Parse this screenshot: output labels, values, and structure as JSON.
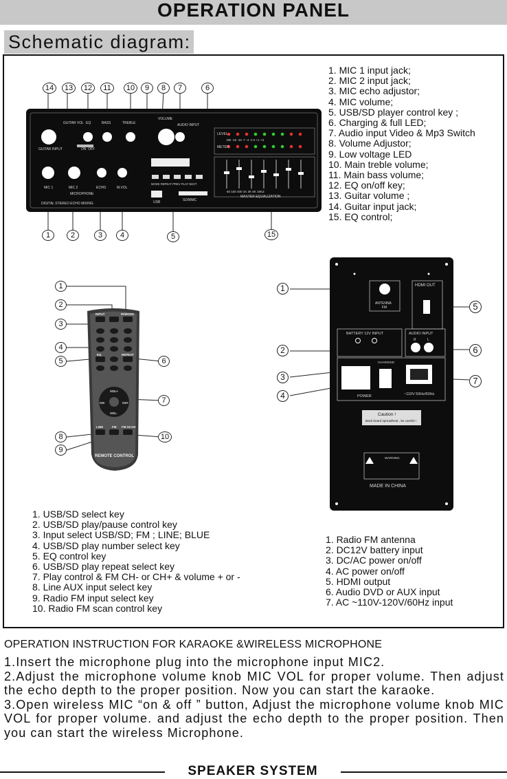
{
  "header": {
    "title": "OPERATION PANEL"
  },
  "schematic": {
    "title": "Schematic diagram:"
  },
  "front_panel": {
    "legend": [
      "1. MIC 1  input jack;",
      "2. MIC 2  input jack;",
      "3. MIC echo adjustor;",
      "4. MIC volume;",
      "5. USB/SD player control key ;",
      "6. Charging & full LED;",
      "7. Audio input Video & Mp3 Switch",
      "8. Volume Adjustor;",
      "9. Low voltage LED",
      "10. Main treble volume;",
      "11. Main bass volume;",
      "12. EQ on/off key;",
      "13. Guitar volume ;",
      "14. Guitar input jack;",
      "15. EQ control;"
    ],
    "callouts_top": [
      "14",
      "13",
      "12",
      "11",
      "10",
      "9",
      "8",
      "7",
      "6"
    ],
    "callouts_bottom": [
      "1",
      "2",
      "3",
      "4",
      "5",
      "15"
    ],
    "labels": {
      "guitar_vol": "GUITAR VOL",
      "eq": "EQ",
      "bass": "BASS",
      "treble": "TREBLE",
      "volume": "VOLUME",
      "audio_input": "AUDIO INPUT",
      "guitar_input": "GUITAR INPUT",
      "on": "ON",
      "off": "OFF",
      "mic1": "MIC 1",
      "mic2": "MIC 2",
      "echo": "ECHO",
      "mvol": "M.VOL",
      "microphone": "MICROPHONE",
      "footer": "DIGITAL STEREO ECHO MIXING",
      "usb": "USB",
      "sdmmc": "SD/MMC",
      "level": "LEVEL",
      "meter": "METER",
      "master_eq": "MASTER  EQUALIZATION",
      "db_scale": "DB  -15   -10   -7   -4   -2   0   +1   +3",
      "eq_freqs": "60  150  400  1K  3K  6K  16KZ",
      "keys": "MODE REPEAT PREV  PLAY NEXT"
    }
  },
  "remote": {
    "legend": [
      "1. USB/SD select key",
      "2. USB/SD play/pause  control key",
      "3. Input select USB/SD; FM ; LINE; BLUE",
      "4. USB/SD play number select key",
      "5. EQ control key",
      "6. USB/SD play repeat  select key",
      "7. Play control & FM CH- or CH+ & volume + or -",
      "8. Line AUX  input select key",
      "9. Radio FM input select key",
      "10. Radio FM scan control key"
    ],
    "callouts": [
      "1",
      "2",
      "3",
      "4",
      "5",
      "6",
      "7",
      "8",
      "9",
      "10"
    ],
    "labels": {
      "input": "INPUT",
      "ir_mode": "IR/MODE",
      "eq": "EQ",
      "repeat": "REPEAT",
      "volp": "VOL+",
      "volm": "VOL-",
      "chm": "CH-",
      "chp": "CH+",
      "line": "LINE",
      "fm": "FM",
      "fmscan": "FM SCAN",
      "brand": "REMOTE CONTROL"
    }
  },
  "rear_panel": {
    "legend": [
      "1. Radio FM antenna",
      "2. DC12V battery input",
      "3. DC/AC  power on/off",
      "4. AC power on/off",
      "5. HDMI output",
      "6. Audio DVD or AUX input",
      "7. AC ~110V-120V/60Hz  input"
    ],
    "callouts_left": [
      "1",
      "2",
      "3",
      "4"
    ],
    "callouts_right": [
      "5",
      "6",
      "7"
    ],
    "labels": {
      "antenna": "ANTENNA",
      "fm": "FM",
      "hdmi": "HDMI OUT",
      "battery": "BATTERY 12V INPUT",
      "audio_input": "AUDIO INPUT",
      "r": "R",
      "l": "L",
      "charging": "CHARGING",
      "power": "POWER",
      "ac_spec": "~110V  50Hz/60Hz",
      "caution": "Caution !",
      "caution_text": "Back board spreadheat , be careful !",
      "warning": "WARNING",
      "made_in": "MADE IN CHINA"
    }
  },
  "instructions": {
    "title": "OPERATION INSTRUCTION FOR KARAOKE &WIRELESS MICROPHONE",
    "steps": [
      "1.Insert the microphone plug into the microphone input MIC2.",
      "2.Adjust the microphone volume knob MIC VOL for proper volume. Then adjust the echo depth to the proper position. Now you can start the karaoke.",
      "3.Open wireless MIC “on & off ” button, Adjust the microphone volume knob MIC VOL for proper volume. and adjust the echo depth to the proper position. Then you can start the wireless Microphone."
    ]
  },
  "footer": {
    "title": "SPEAKER SYSTEM"
  }
}
